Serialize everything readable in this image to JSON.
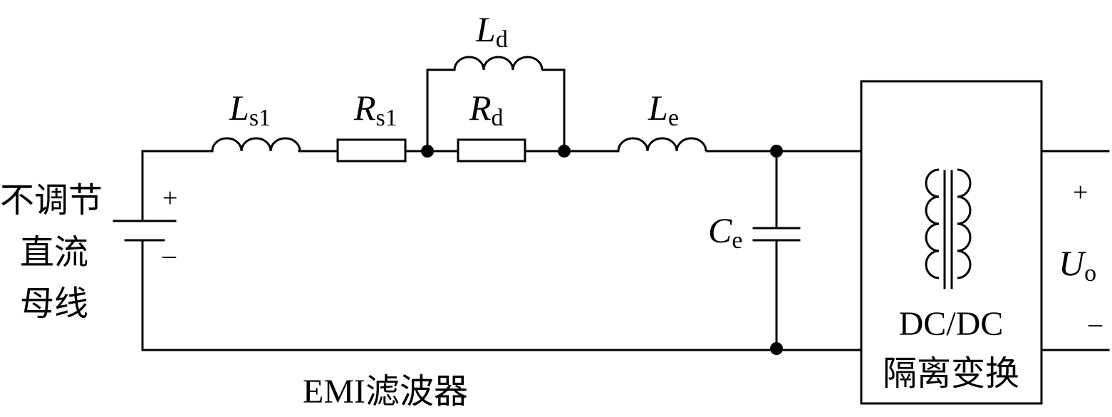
{
  "source": {
    "label_lines": [
      "不调节",
      "直流",
      "母线"
    ],
    "plus": "+",
    "minus": "–"
  },
  "components": {
    "ls1": {
      "main": "L",
      "sub": "s1"
    },
    "rs1": {
      "main": "R",
      "sub": "s1"
    },
    "ld": {
      "main": "L",
      "sub": "d"
    },
    "rd": {
      "main": "R",
      "sub": "d"
    },
    "le": {
      "main": "L",
      "sub": "e"
    },
    "ce": {
      "main": "C",
      "sub": "e"
    }
  },
  "filter_label": "EMI滤波器",
  "converter": {
    "line1": "DC/DC",
    "line2": "隔离变换"
  },
  "output": {
    "plus": "+",
    "minus": "–",
    "main": "U",
    "sub": "o"
  }
}
